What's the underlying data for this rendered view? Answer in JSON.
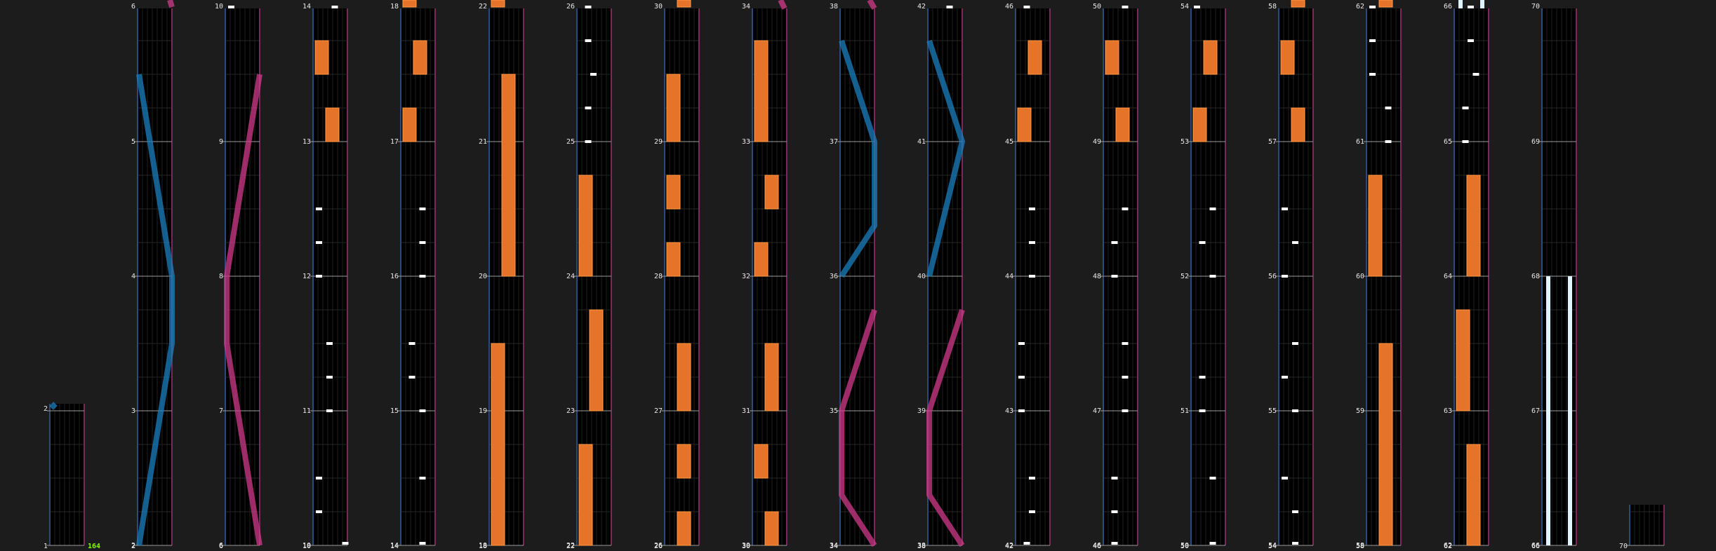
{
  "chart": {
    "title": "",
    "combo_label": "164",
    "colors": {
      "background": "#1c1c1c",
      "lane": "#000000",
      "lane_grid": "#1f1f1f",
      "left_edge": "#2a4a7a",
      "right_edge": "#7a2a5a",
      "measure_line": "#9a9a9a",
      "tap_note": "#ffffff",
      "hold_note": "#e5742a",
      "left_laser": "#1a7fbf",
      "right_laser": "#d0398a",
      "bt_hold": "#dff4ff"
    }
  },
  "column_bottom_labels": [
    "1",
    "2",
    "6",
    "10",
    "14",
    "18",
    "22",
    "26",
    "30",
    "34",
    "38",
    "42",
    "46",
    "50",
    "54",
    "58",
    "62",
    "66",
    "70"
  ],
  "measure_labels": [
    [
      "2"
    ],
    [
      "2",
      "3",
      "4",
      "5",
      "6"
    ],
    [
      "6",
      "7",
      "8",
      "9",
      "10"
    ],
    [
      "10",
      "11",
      "12",
      "13",
      "14"
    ],
    [
      "14",
      "15",
      "16",
      "17",
      "18"
    ],
    [
      "18",
      "19",
      "20",
      "21",
      "22"
    ],
    [
      "22",
      "23",
      "24",
      "25",
      "26"
    ],
    [
      "26",
      "27",
      "28",
      "29",
      "30"
    ],
    [
      "30",
      "31",
      "32",
      "33",
      "34"
    ],
    [
      "34",
      "35",
      "36",
      "37",
      "38"
    ],
    [
      "38",
      "39",
      "40",
      "41",
      "42"
    ],
    [
      "42",
      "43",
      "44",
      "45",
      "46"
    ],
    [
      "46",
      "47",
      "48",
      "49",
      "50"
    ],
    [
      "50",
      "51",
      "52",
      "53",
      "54"
    ],
    [
      "54",
      "55",
      "56",
      "57",
      "58"
    ],
    [
      "58",
      "59",
      "60",
      "61",
      "62"
    ],
    [
      "62",
      "63",
      "64",
      "65",
      "66"
    ],
    [
      "66",
      "67",
      "68",
      "69",
      "70"
    ],
    []
  ]
}
